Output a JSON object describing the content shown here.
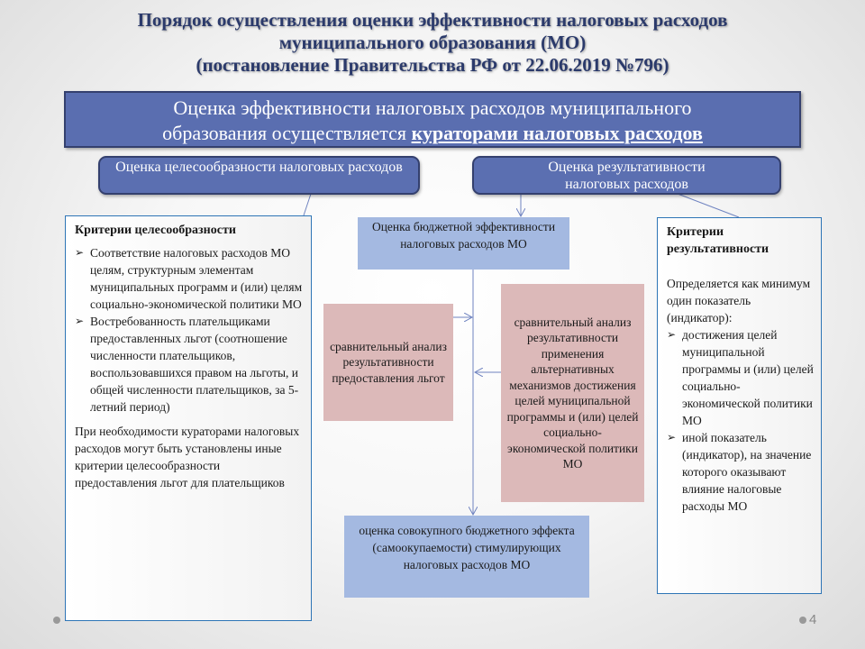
{
  "title": {
    "line1": "Порядок осуществления оценки эффективности налоговых расходов",
    "line2": "муниципального образования (МО)",
    "line3": "(постановление Правительства РФ от 22.06.2019 №796)"
  },
  "main_box": {
    "line1": "Оценка эффективности налоговых расходов муниципального",
    "line2_prefix": "образования осуществляется ",
    "line2_emphasis": "кураторами налоговых расходов"
  },
  "branches": {
    "left": "Оценка целесообразности налоговых расходов",
    "right": "Оценка результативности налоговых расходов"
  },
  "left_panel": {
    "heading": "Критерии целесообразности",
    "bullets": [
      "Соответствие налоговых расходов МО целям, структурным элементам муниципальных программ и (или) целям социально-экономической политики МО",
      "Востребованность плательщиками предоставленных льгот (соотношение численности плательщиков, воспользовавшихся правом на льготы, и общей численности плательщиков, за 5-летний период)"
    ],
    "note": "При необходимости кураторами налоговых расходов могут быть установлены иные критерии целесообразности предоставления льгот для плательщиков"
  },
  "center": {
    "budget_box": "Оценка бюджетной эффективности налоговых расходов МО",
    "pink_left": "сравнительный анализ результативности предоставления льгот",
    "pink_right": "сравнительный анализ результативности применения альтернативных механизмов достижения целей муниципальной программы и (или) целей социально-экономической политики МО",
    "bottom_box": "оценка совокупного бюджетного эффекта (самоокупаемости) стимулирующих налоговых расходов МО"
  },
  "right_panel": {
    "heading": "Критерии результативности",
    "intro": "Определяется как минимум один показатель (индикатор):",
    "bullets": [
      "достижения целей муниципальной программы и (или) целей социально-экономической политики МО",
      "иной показатель (индикатор), на значение которого оказывают влияние налоговые расходы МО"
    ]
  },
  "bullet_glyph": "➢",
  "page_number": "4",
  "colors": {
    "title": "#2b3a6b",
    "header_box": "#5a6eb0",
    "blue_box": "#a4b9e1",
    "pink_box": "#dcb9b9",
    "panel_border": "#2e75b6"
  }
}
